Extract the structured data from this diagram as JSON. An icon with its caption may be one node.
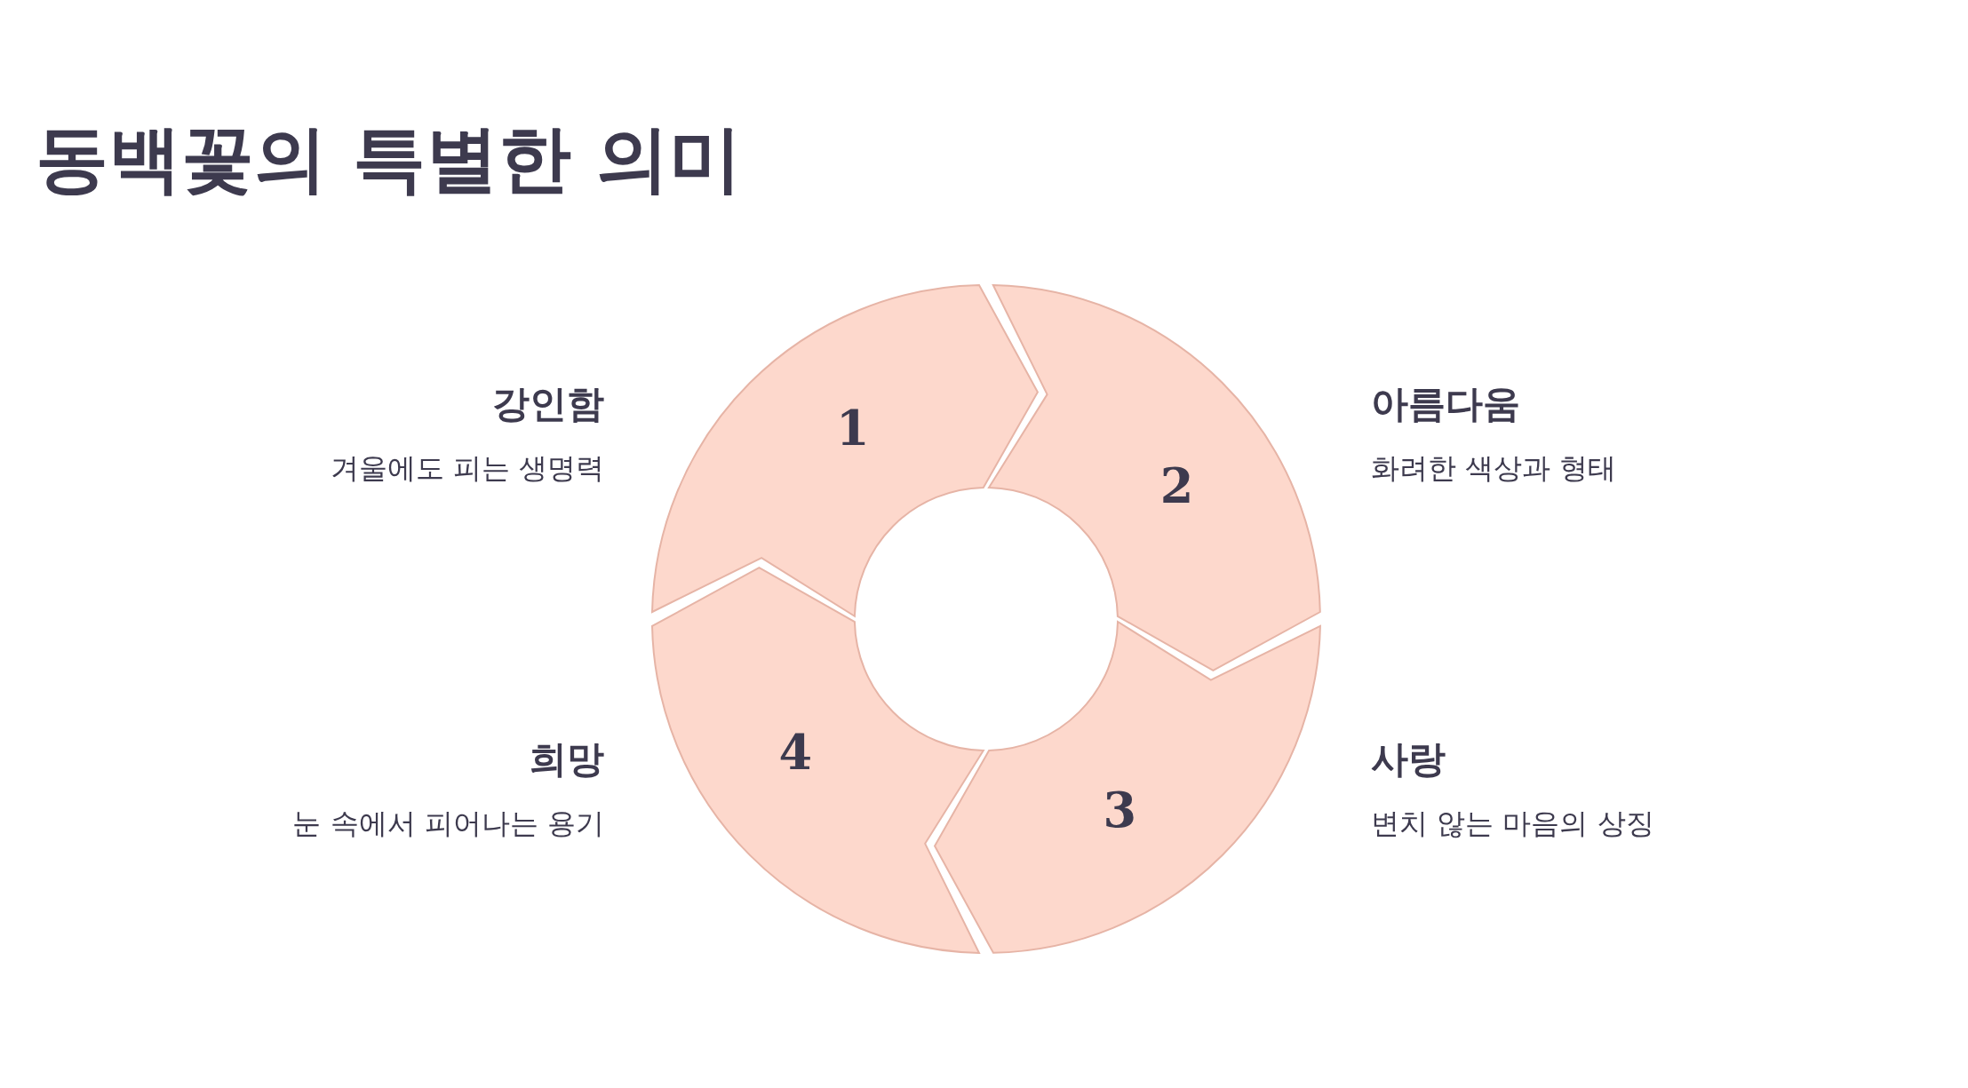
{
  "diagram": {
    "title": "동백꽃의 특별한 의미",
    "nodes": [
      {
        "text": [
          "1"
        ],
        "beside": [
          "강인함",
          "겨울에도 피는 생명력"
        ]
      },
      {
        "text": [
          "2"
        ],
        "beside": [
          "아름다움",
          "화려한 색상과 형태"
        ]
      },
      {
        "text": [
          "3"
        ],
        "beside": [
          "사랑",
          "변치 않는 마음의 상징"
        ]
      },
      {
        "text": [
          "4"
        ],
        "beside": [
          "희망",
          "눈 속에서 피어나는 용기"
        ]
      }
    ],
    "edges": []
  }
}
